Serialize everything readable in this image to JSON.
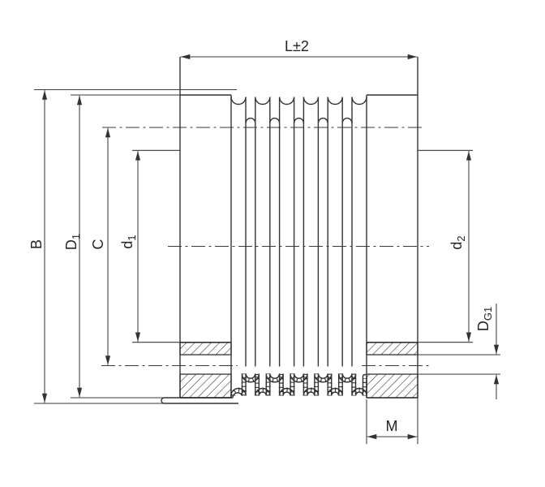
{
  "labels": {
    "L": "L±2",
    "B": "B",
    "D1": {
      "main": "D",
      "sub": "1"
    },
    "C": "C",
    "d1": {
      "main": "d",
      "sub": "1"
    },
    "d2": {
      "main": "d",
      "sub": "2"
    },
    "DG1": {
      "main": "D",
      "sub": "G1"
    },
    "M": "M"
  }
}
